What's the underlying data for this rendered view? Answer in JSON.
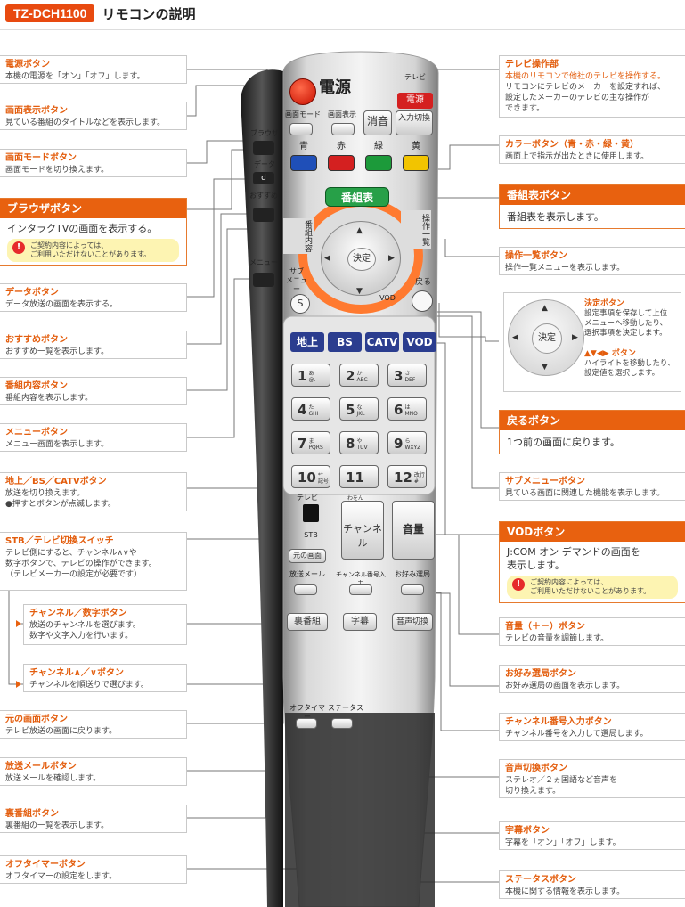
{
  "header": {
    "badge": "TZ-DCH1100",
    "title": "リモコンの説明"
  },
  "left_labels": [
    {
      "title": "電源ボタン",
      "desc": "本機の電源を「オン」「オフ」します。"
    },
    {
      "title": "画面表示ボタン",
      "desc": "見ている番組のタイトルなどを表示します。"
    },
    {
      "title": "画面モードボタン",
      "desc": "画面モードを切り換えます。"
    },
    {
      "title": "データボタン",
      "desc": "データ放送の画面を表示する。"
    },
    {
      "title": "おすすめボタン",
      "desc": "おすすめ一覧を表示します。"
    },
    {
      "title": "番組内容ボタン",
      "desc": "番組内容を表示します。"
    },
    {
      "title": "メニューボタン",
      "desc": "メニュー画面を表示します。"
    },
    {
      "title": "地上／BS／CATVボタン",
      "desc": "放送を切り換えます。\n●押すとボタンが点滅します。"
    },
    {
      "title": "STB／テレビ切換スイッチ",
      "desc": "テレビ側にすると、チャンネル∧∨や\n数字ボタンで、テレビの操作ができます。\n（テレビメーカーの設定が必要です）"
    },
    {
      "title": "チャンネル／数字ボタン",
      "desc": "放送のチャンネルを選びます。\n数字や文字入力を行います。"
    },
    {
      "title": "チャンネル∧／∨ボタン",
      "desc": "チャンネルを順送りで選びます。"
    },
    {
      "title": "元の画面ボタン",
      "desc": "テレビ放送の画面に戻ります。"
    },
    {
      "title": "放送メールボタン",
      "desc": "放送メールを確認します。"
    },
    {
      "title": "裏番組ボタン",
      "desc": "裏番組の一覧を表示します。"
    },
    {
      "title": "オフタイマーボタン",
      "desc": "オフタイマーの設定をします。"
    }
  ],
  "browser_box": {
    "title": "ブラウザボタン",
    "desc": "インタラクTVの画面を表示する。",
    "note": "ご契約内容によっては、\nご利用いただけないことがあります。"
  },
  "right_labels": [
    {
      "title": "テレビ操作部",
      "sub": "本機のリモコンで他社のテレビを操作する。",
      "desc": "リモコンにテレビのメーカーを設定すれば、\n設定したメーカーのテレビの主な操作が\nできます。"
    },
    {
      "title": "カラーボタン（青・赤・緑・黄）",
      "desc": "画面上で指示が出たときに使用します。"
    },
    {
      "title": "操作一覧ボタン",
      "desc": "操作一覧メニューを表示します。"
    },
    {
      "title": "サブメニューボタン",
      "desc": "見ている画面に関連した機能を表示します。"
    },
    {
      "title": "音量（＋－）ボタン",
      "desc": "テレビの音量を調節します。"
    },
    {
      "title": "お好み選局ボタン",
      "desc": "お好み選局の画面を表示します。"
    },
    {
      "title": "チャンネル番号入力ボタン",
      "desc": "チャンネル番号を入力して選局します。"
    },
    {
      "title": "音声切換ボタン",
      "desc": "ステレオ／２ヵ国語など音声を\n切り換えます。"
    },
    {
      "title": "字幕ボタン",
      "desc": "字幕を「オン」「オフ」します。"
    },
    {
      "title": "ステータスボタン",
      "desc": "本機に関する情報を表示します。"
    }
  ],
  "guide_box": {
    "title": "番組表ボタン",
    "desc": "番組表を表示します。"
  },
  "back_box": {
    "title": "戻るボタン",
    "desc": "1つ前の画面に戻ります。"
  },
  "vod_box": {
    "title": "VODボタン",
    "desc": "J:COM オン デマンドの画面を\n表示します。",
    "note": "ご契約内容によっては、\nご利用いただけないことがあります。"
  },
  "ok_box": {
    "center": "決定",
    "t1": "決定ボタン",
    "d1": "設定事項を保存して上位\nメニューへ移動したり、\n選択事項を決定します。",
    "t2": "▲▼◀▶ ボタン",
    "d2": "ハイライトを移動したり、\n設定値を選択します。"
  },
  "remote": {
    "power": "電源",
    "tv_section": "テレビ",
    "tv_power": "電源",
    "screen_mode": "画面モード",
    "screen_display": "画面表示",
    "mute": "消音",
    "input_switch": "入力切換",
    "browser": "ブラウザ",
    "data": "データ",
    "recommend": "おすすめ",
    "menu": "メニュー",
    "sub_menu": "サブ\nメニュー",
    "colors": [
      {
        "name": "青",
        "hex": "#1f4fb8"
      },
      {
        "name": "赤",
        "hex": "#d42020"
      },
      {
        "name": "緑",
        "hex": "#1c9a3a"
      },
      {
        "name": "黄",
        "hex": "#f2c400"
      }
    ],
    "guide": "番組表",
    "program_info": "番組内容",
    "op_list": "操作一覧",
    "ok": "決定",
    "back": "戻る",
    "vod_small": "VOD",
    "broadcast": [
      "地上",
      "BS",
      "CATV",
      "VOD"
    ],
    "keys": [
      {
        "n": "1",
        "s": "あ\n@."
      },
      {
        "n": "2",
        "s": "か\nABC"
      },
      {
        "n": "3",
        "s": "さ\nDEF"
      },
      {
        "n": "4",
        "s": "た\nGHI"
      },
      {
        "n": "5",
        "s": "な\nJKL"
      },
      {
        "n": "6",
        "s": "は\nMNO"
      },
      {
        "n": "7",
        "s": "ま\nPQRS"
      },
      {
        "n": "8",
        "s": "や\nTUV"
      },
      {
        "n": "9",
        "s": "ら\nWXYZ"
      },
      {
        "n": "10",
        "s": "*°\n記号"
      },
      {
        "n": "11",
        "s": "わをん\n⎵"
      },
      {
        "n": "12",
        "s": "改行\n#"
      }
    ],
    "switch_tv": "テレビ",
    "switch_stb": "STB",
    "channel": "チャンネル",
    "volume": "音量",
    "prev_screen": "元の画面",
    "bcast_mail": "放送メール",
    "ch_input": "チャンネル番号入力",
    "favorite": "お好み選局",
    "ura": "裏番組",
    "subtitle": "字幕",
    "audio": "音声切換",
    "off_timer": "オフタイマー",
    "status": "ステータス"
  }
}
